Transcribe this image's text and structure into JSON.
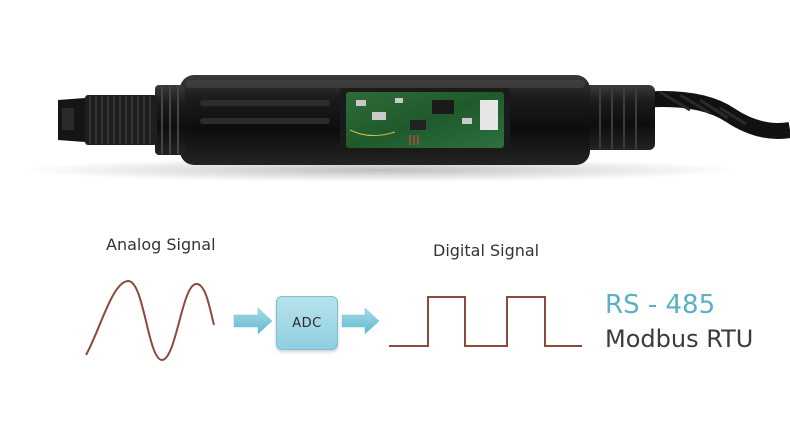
{
  "labels": {
    "analog": "Analog Signal",
    "digital": "Digital Signal",
    "adc": "ADC",
    "protocol": "RS - 485",
    "protocol_detail": "Modbus RTU"
  },
  "colors": {
    "signal_line": "#8b4a3c",
    "arrow": "#6ec3d6",
    "adc_box": "#a6dae7",
    "protocol_accent": "#5bb0c4",
    "text": "#333333"
  },
  "sensor": {
    "description_icon": "probe-sensor-with-circuit-board"
  }
}
